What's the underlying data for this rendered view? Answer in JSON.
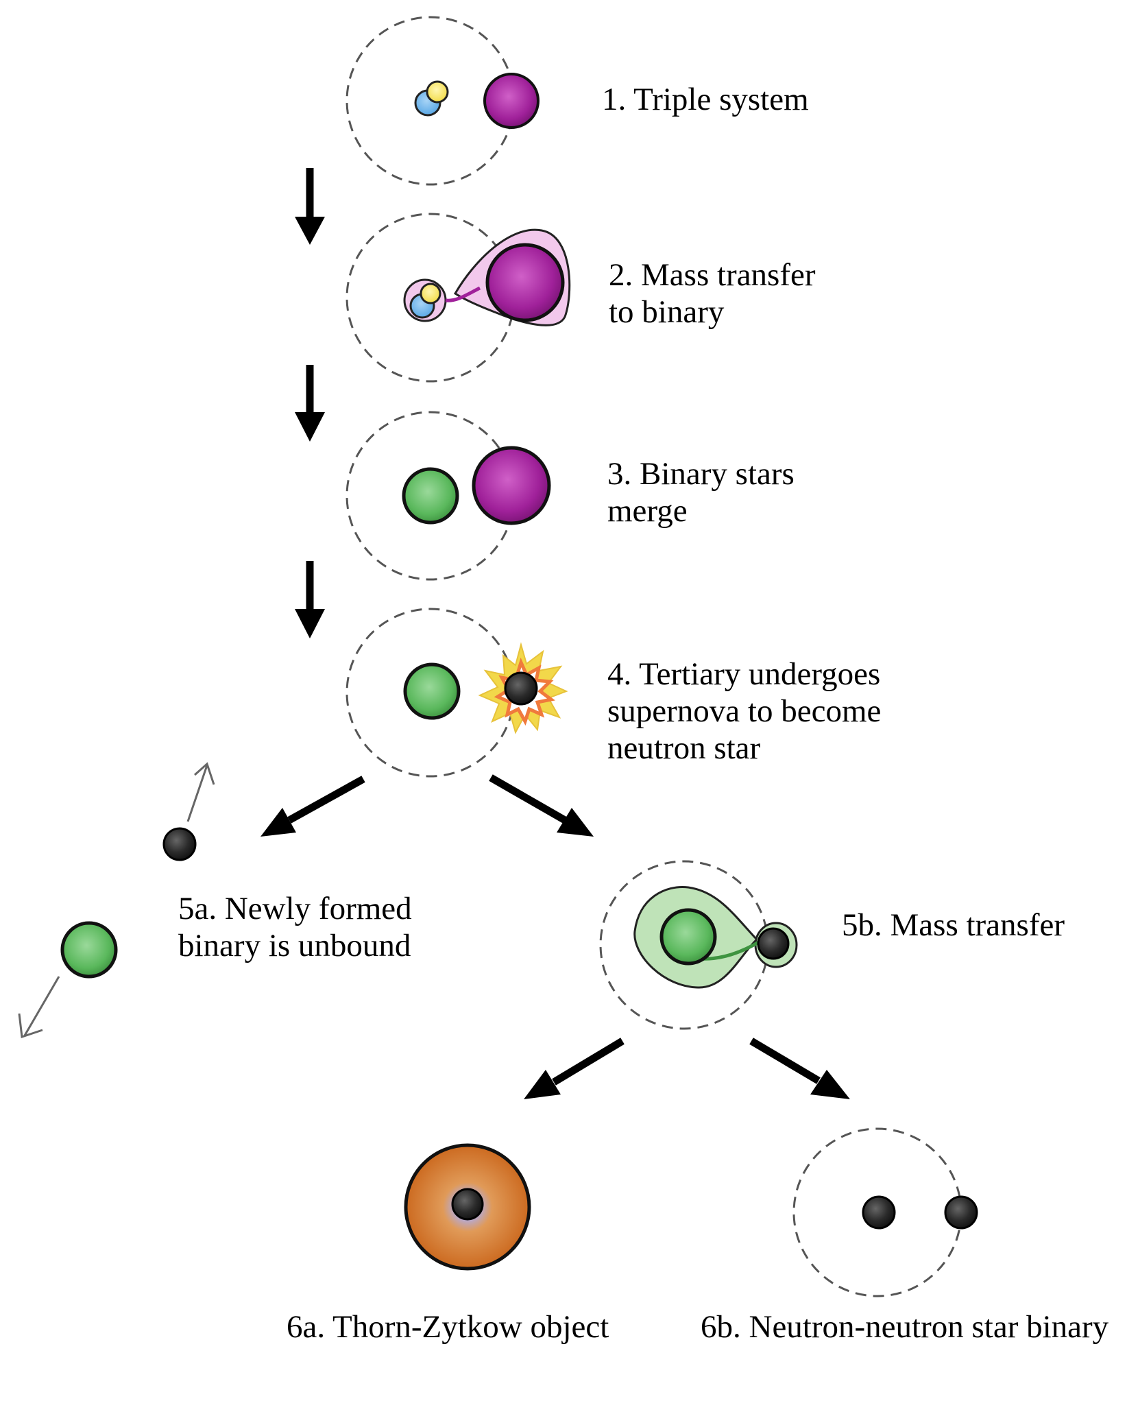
{
  "stages": {
    "s1": {
      "lines": [
        "1. Triple system"
      ]
    },
    "s2": {
      "lines": [
        "2. Mass transfer",
        "to binary"
      ]
    },
    "s3": {
      "lines": [
        "3. Binary stars",
        "merge"
      ]
    },
    "s4": {
      "lines": [
        "4. Tertiary undergoes",
        "supernova to become",
        "neutron star"
      ]
    },
    "s5a": {
      "lines": [
        "5a. Newly formed",
        "binary is unbound"
      ]
    },
    "s5b": {
      "lines": [
        "5b. Mass transfer"
      ]
    },
    "s6a": {
      "lines": [
        "6a. Thorn-Zytkow object"
      ]
    },
    "s6b": {
      "lines": [
        "6b. Neutron-neutron star binary"
      ]
    }
  },
  "colors": {
    "magenta_star": "#a0219a",
    "blue_star": "#5aa8e6",
    "yellow_star": "#f3dc4a",
    "green_star": "#5ab85c",
    "neutron_star": "#2a2a2a",
    "roche_magenta": "#f2c8ec",
    "roche_green": "#bfe3b8",
    "supernova_outer": "#f2d84a",
    "supernova_inner": "#f07a3c",
    "tzo_envelope": "#d9772a",
    "orbit_dash": "#555555",
    "arrow": "#000000",
    "motion_arrow": "#666666"
  }
}
